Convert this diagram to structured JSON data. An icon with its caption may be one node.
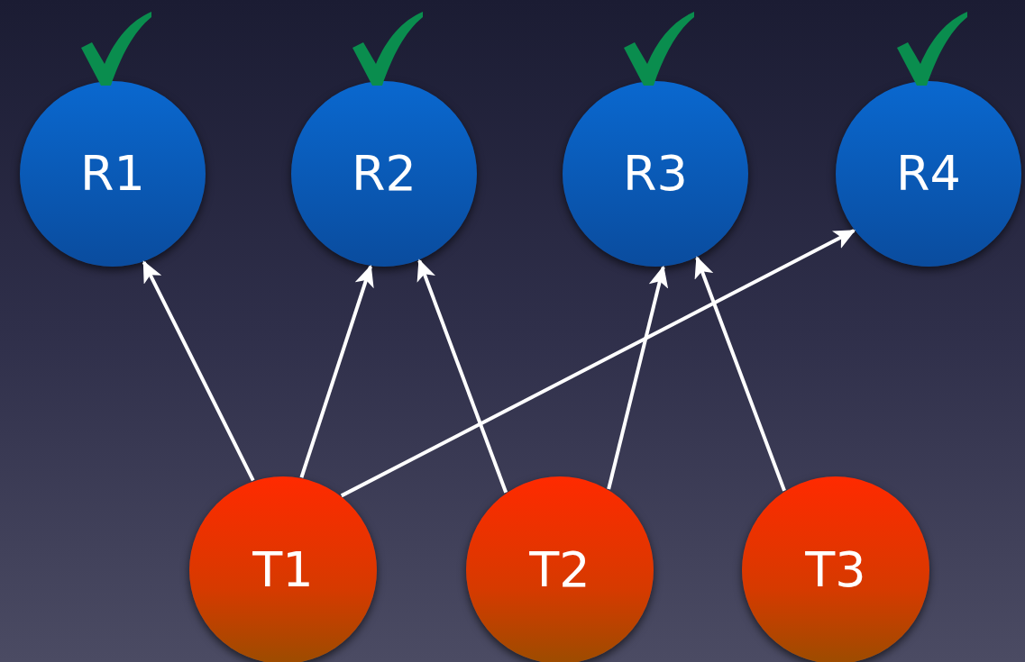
{
  "diagram": {
    "nodes": [
      {
        "text": [
          "R1"
        ]
      },
      {
        "text": [
          "R2"
        ]
      },
      {
        "text": [
          "R3"
        ]
      },
      {
        "text": [
          "R4"
        ]
      },
      {
        "text": [
          "T1"
        ]
      },
      {
        "text": [
          "T2"
        ]
      },
      {
        "text": [
          "T3"
        ]
      }
    ],
    "edges": [
      {
        "from": 4,
        "to": 0,
        "arrow": "to"
      },
      {
        "from": 4,
        "to": 1,
        "arrow": "to"
      },
      {
        "from": 4,
        "to": 3,
        "arrow": "to"
      },
      {
        "from": 5,
        "to": 1,
        "arrow": "to"
      },
      {
        "from": 5,
        "to": 2,
        "arrow": "to"
      },
      {
        "from": 6,
        "to": 2,
        "arrow": "to"
      }
    ]
  }
}
